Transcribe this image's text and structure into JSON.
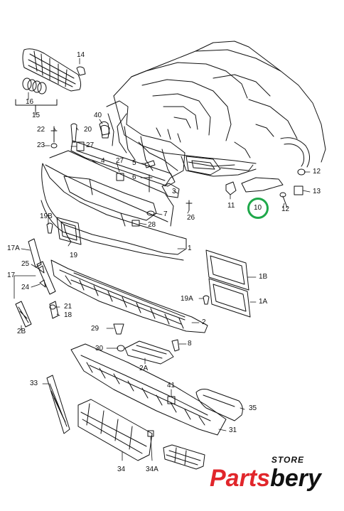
{
  "callouts": [
    {
      "id": "c14",
      "text": "14"
    },
    {
      "id": "c16",
      "text": "16"
    },
    {
      "id": "c15",
      "text": "15"
    },
    {
      "id": "c40",
      "text": "40"
    },
    {
      "id": "c22",
      "text": "22"
    },
    {
      "id": "c20",
      "text": "20"
    },
    {
      "id": "c23",
      "text": "23"
    },
    {
      "id": "c27a",
      "text": "27"
    },
    {
      "id": "c4",
      "text": "4"
    },
    {
      "id": "c3",
      "text": "3"
    },
    {
      "id": "c27b",
      "text": "27"
    },
    {
      "id": "c5",
      "text": "5"
    },
    {
      "id": "c6",
      "text": "6"
    },
    {
      "id": "c7",
      "text": "7"
    },
    {
      "id": "c26",
      "text": "26"
    },
    {
      "id": "c28",
      "text": "28"
    },
    {
      "id": "c12a",
      "text": "12"
    },
    {
      "id": "c13",
      "text": "13"
    },
    {
      "id": "c11",
      "text": "11"
    },
    {
      "id": "c10",
      "text": "10"
    },
    {
      "id": "c12b",
      "text": "12"
    },
    {
      "id": "c19b",
      "text": "19B"
    },
    {
      "id": "c1",
      "text": "1"
    },
    {
      "id": "c17a",
      "text": "17A"
    },
    {
      "id": "c19",
      "text": "19"
    },
    {
      "id": "c25",
      "text": "25"
    },
    {
      "id": "c17",
      "text": "17"
    },
    {
      "id": "c24",
      "text": "24"
    },
    {
      "id": "c21",
      "text": "21"
    },
    {
      "id": "c18",
      "text": "18"
    },
    {
      "id": "c2b",
      "text": "2B"
    },
    {
      "id": "c1b",
      "text": "1B"
    },
    {
      "id": "c19a",
      "text": "19A"
    },
    {
      "id": "c1a",
      "text": "1A"
    },
    {
      "id": "c2",
      "text": "2"
    },
    {
      "id": "c29",
      "text": "29"
    },
    {
      "id": "c8",
      "text": "8"
    },
    {
      "id": "c30",
      "text": "30"
    },
    {
      "id": "c2a",
      "text": "2A"
    },
    {
      "id": "c33",
      "text": "33"
    },
    {
      "id": "c41",
      "text": "41"
    },
    {
      "id": "c35",
      "text": "35"
    },
    {
      "id": "c31",
      "text": "31"
    },
    {
      "id": "c34",
      "text": "34"
    },
    {
      "id": "c34a",
      "text": "34A"
    }
  ],
  "highlight": {
    "part": "10",
    "color": "#1fa84a"
  },
  "logo": {
    "store": "STORE",
    "brand_a": "Parts",
    "brand_b": "bery",
    "red": "#e1262b",
    "dark": "#111111"
  }
}
